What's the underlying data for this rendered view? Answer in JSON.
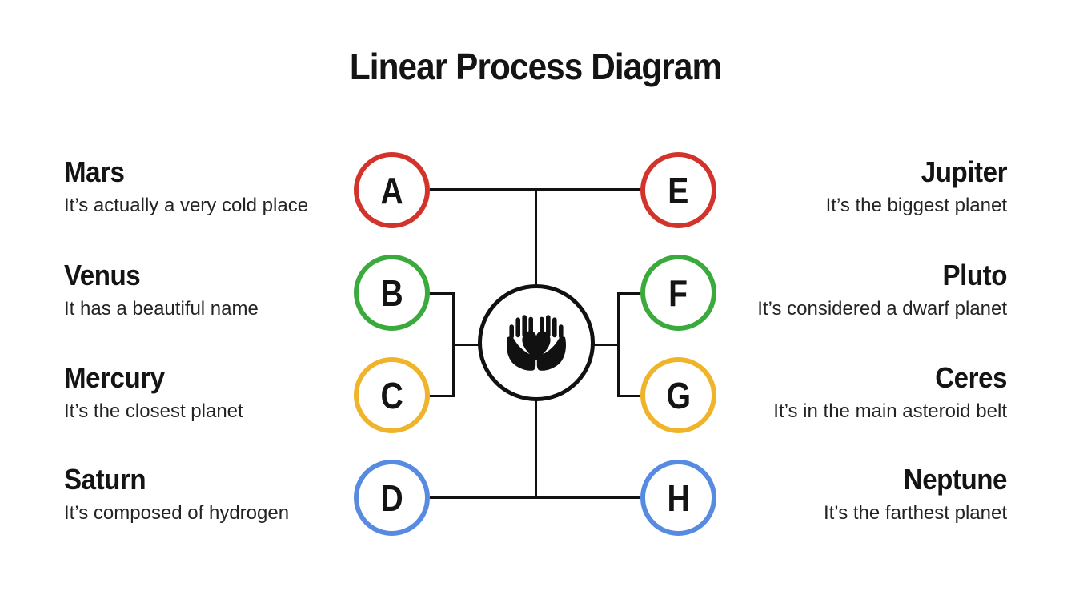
{
  "title": "Linear Process Diagram",
  "accent_colors": {
    "red": "#D2342B",
    "green": "#3BAA3C",
    "yellow": "#F0B42A",
    "blue": "#578BE2",
    "line": "#111111"
  },
  "center": {
    "icon": "hands-holding-heart-icon"
  },
  "nodes": [
    {
      "letter": "A",
      "color": "red",
      "side": "left",
      "name": "Mars",
      "description": "It’s actually a very cold place"
    },
    {
      "letter": "B",
      "color": "green",
      "side": "left",
      "name": "Venus",
      "description": "It has a beautiful name"
    },
    {
      "letter": "C",
      "color": "yellow",
      "side": "left",
      "name": "Mercury",
      "description": "It’s the closest planet"
    },
    {
      "letter": "D",
      "color": "blue",
      "side": "left",
      "name": "Saturn",
      "description": "It’s composed of hydrogen"
    },
    {
      "letter": "E",
      "color": "red",
      "side": "right",
      "name": "Jupiter",
      "description": "It’s the biggest planet"
    },
    {
      "letter": "F",
      "color": "green",
      "side": "right",
      "name": "Pluto",
      "description": "It’s considered a dwarf planet"
    },
    {
      "letter": "G",
      "color": "yellow",
      "side": "right",
      "name": "Ceres",
      "description": "It’s in the main asteroid belt"
    },
    {
      "letter": "H",
      "color": "blue",
      "side": "right",
      "name": "Neptune",
      "description": "It’s the farthest planet"
    }
  ]
}
